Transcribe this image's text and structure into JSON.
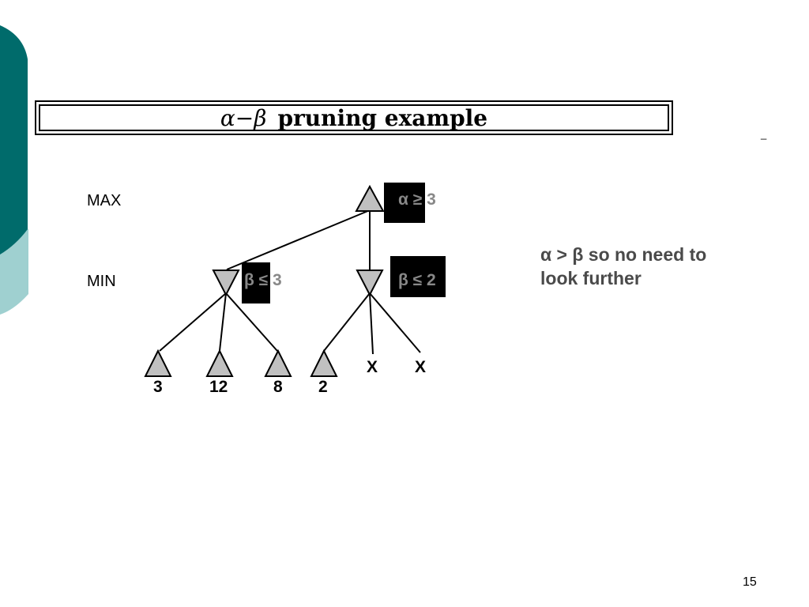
{
  "title": {
    "math": "α−β",
    "text": "pruning example"
  },
  "corner_mark": "_",
  "levels": {
    "max": "MAX",
    "min": "MIN"
  },
  "bounds": {
    "root": "α ≥ 3",
    "min_left": "β ≤ 3",
    "min_right": "β ≤ 2"
  },
  "leaves": {
    "l1": "3",
    "l2": "12",
    "l3": "8",
    "l4": "2",
    "pruned1": "X",
    "pruned2": "X"
  },
  "note": "α > β so no need to look further",
  "page_number": "15",
  "colors": {
    "deco_dark": "#006b6b",
    "deco_light": "#9fd0d0",
    "node_fill": "#c0c0c0",
    "bound_text": "#888888",
    "note_text": "#4a4a4a"
  }
}
